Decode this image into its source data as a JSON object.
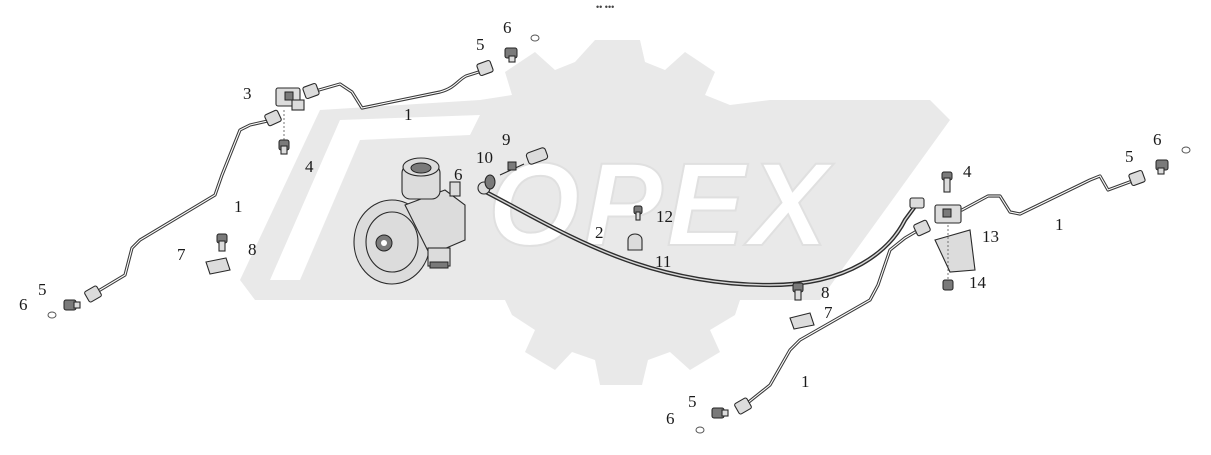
{
  "header": {
    "mark": "•• •••"
  },
  "watermark": {
    "text": "OPEX",
    "color": "#e9e9e9"
  },
  "callouts": [
    {
      "id": "c1a",
      "text": "1"
    },
    {
      "id": "c1b",
      "text": "1"
    },
    {
      "id": "c1c",
      "text": "1"
    },
    {
      "id": "c1d",
      "text": "1"
    },
    {
      "id": "c2",
      "text": "2"
    },
    {
      "id": "c3",
      "text": "3"
    },
    {
      "id": "c4a",
      "text": "4"
    },
    {
      "id": "c4b",
      "text": "4"
    },
    {
      "id": "c5a",
      "text": "5"
    },
    {
      "id": "c5b",
      "text": "5"
    },
    {
      "id": "c5c",
      "text": "5"
    },
    {
      "id": "c5d",
      "text": "5"
    },
    {
      "id": "c6a",
      "text": "6"
    },
    {
      "id": "c6b",
      "text": "6"
    },
    {
      "id": "c6c",
      "text": "6"
    },
    {
      "id": "c6d",
      "text": "6"
    },
    {
      "id": "c6e",
      "text": "6"
    },
    {
      "id": "c7a",
      "text": "7"
    },
    {
      "id": "c7b",
      "text": "7"
    },
    {
      "id": "c8a",
      "text": "8"
    },
    {
      "id": "c8b",
      "text": "8"
    },
    {
      "id": "c9",
      "text": "9"
    },
    {
      "id": "c10",
      "text": "10"
    },
    {
      "id": "c11",
      "text": "11"
    },
    {
      "id": "c12",
      "text": "12"
    },
    {
      "id": "c13",
      "text": "13"
    },
    {
      "id": "c14",
      "text": "14"
    }
  ]
}
